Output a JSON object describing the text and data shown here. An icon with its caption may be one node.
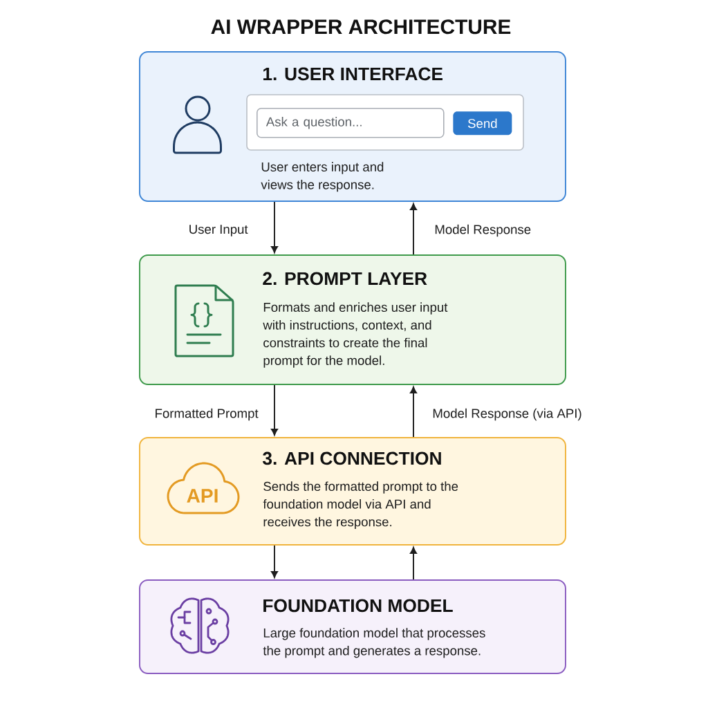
{
  "diagram": {
    "title": "AI WRAPPER ARCHITECTURE",
    "nodes": [
      {
        "text": [
          "1. USER INTERFACE",
          "User enters input and views the response."
        ]
      },
      {
        "text": [
          "Ask a question..."
        ],
        "in": 0
      },
      {
        "text": [
          "Send"
        ],
        "in": 0
      },
      {
        "text": [
          "2. PROMPT LAYER",
          "Formats and enriches user input with instructions, context, and constraints to create the final prompt for the model."
        ]
      },
      {
        "text": [
          "3. API CONNECTION",
          "Sends the formatted prompt to the foundation model via API and receives the response."
        ]
      },
      {
        "text": [
          "API"
        ],
        "in": 4
      },
      {
        "text": [
          "FOUNDATION MODEL",
          "Large foundation model that processes the prompt and generates a response."
        ]
      }
    ],
    "edges": [
      {
        "from": 0,
        "to": 3,
        "arrow": "to",
        "label": "User Input"
      },
      {
        "from": 3,
        "to": 0,
        "arrow": "to",
        "label": "Model Response"
      },
      {
        "from": 3,
        "to": 4,
        "arrow": "to",
        "label": "Formatted Prompt"
      },
      {
        "from": 4,
        "to": 3,
        "arrow": "to",
        "label": "Model Response (via API)"
      },
      {
        "from": 4,
        "to": 6,
        "arrow": "to"
      },
      {
        "from": 6,
        "to": 4,
        "arrow": "to"
      }
    ]
  }
}
